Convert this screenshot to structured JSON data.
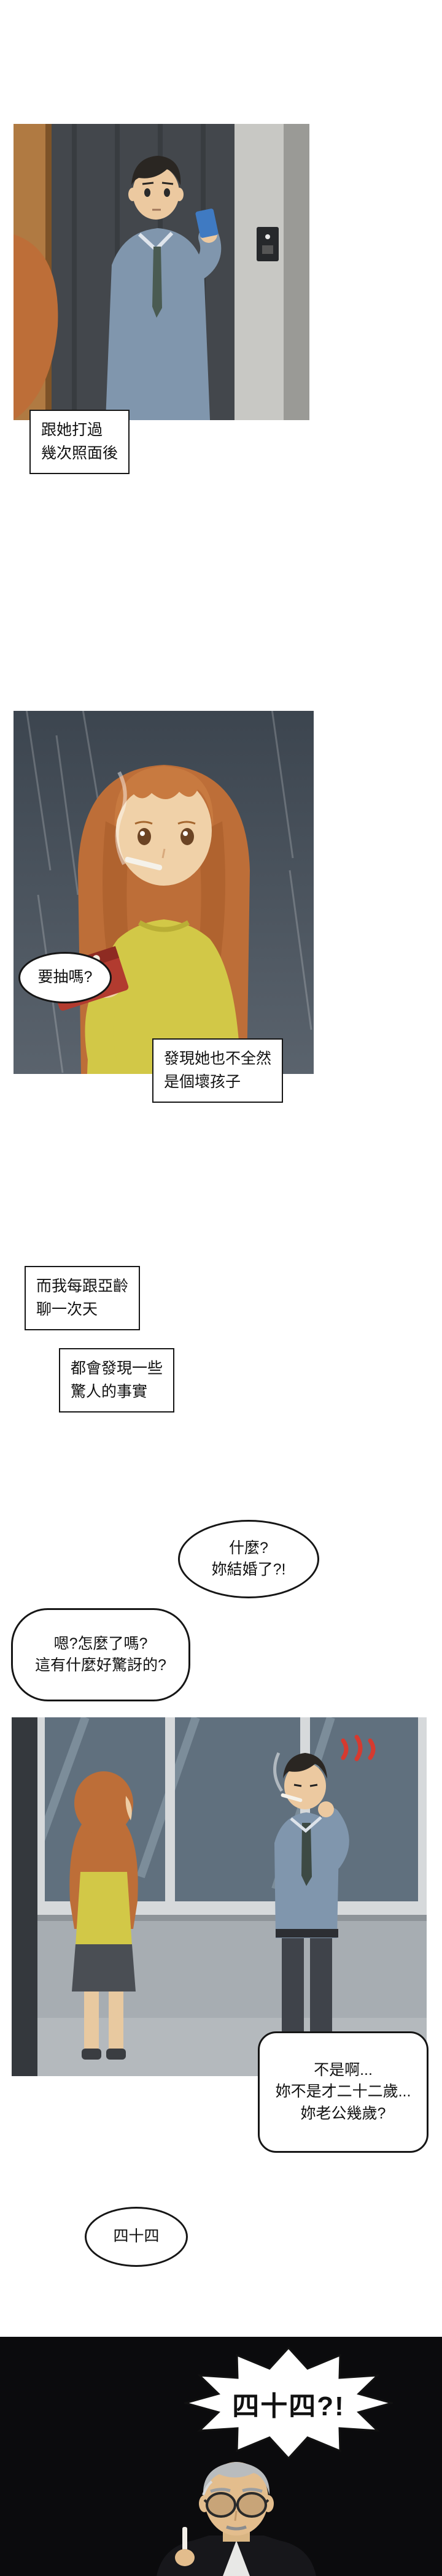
{
  "comic": {
    "captions": {
      "c1": "跟她打過\n幾次照面後",
      "c2": "發現她也不全然\n是個壞孩子",
      "c3": "而我每跟亞齡\n聊一次天",
      "c4": "都會發現一些\n驚人的事實"
    },
    "dialogue": {
      "offer": "要抽嗎?",
      "what_married": "什麼?\n妳結婚了?!",
      "whats_surprising": "嗯?怎麼了嗎?\n這有什麼好驚訝的?",
      "age_question": "不是啊...\n妳不是才二十二歲...\n妳老公幾歲?",
      "fortyfour": "四十四",
      "fortyfour_shout": "四十四?!"
    },
    "colors": {
      "hair_orange": "#bd6e38",
      "bangs_orange": "#c87a40",
      "sweater_yellow": "#d2c847",
      "pack_red": "#b23b2f",
      "shirt_blue": "#8096ad",
      "anger_red": "#d63a2f",
      "skin": "#ecc9a0",
      "wall_dark": "#43474c",
      "rain_bg": "#49525c",
      "black_panel": "#0b0b0d",
      "gray_hair": "#b9bcbe"
    }
  }
}
